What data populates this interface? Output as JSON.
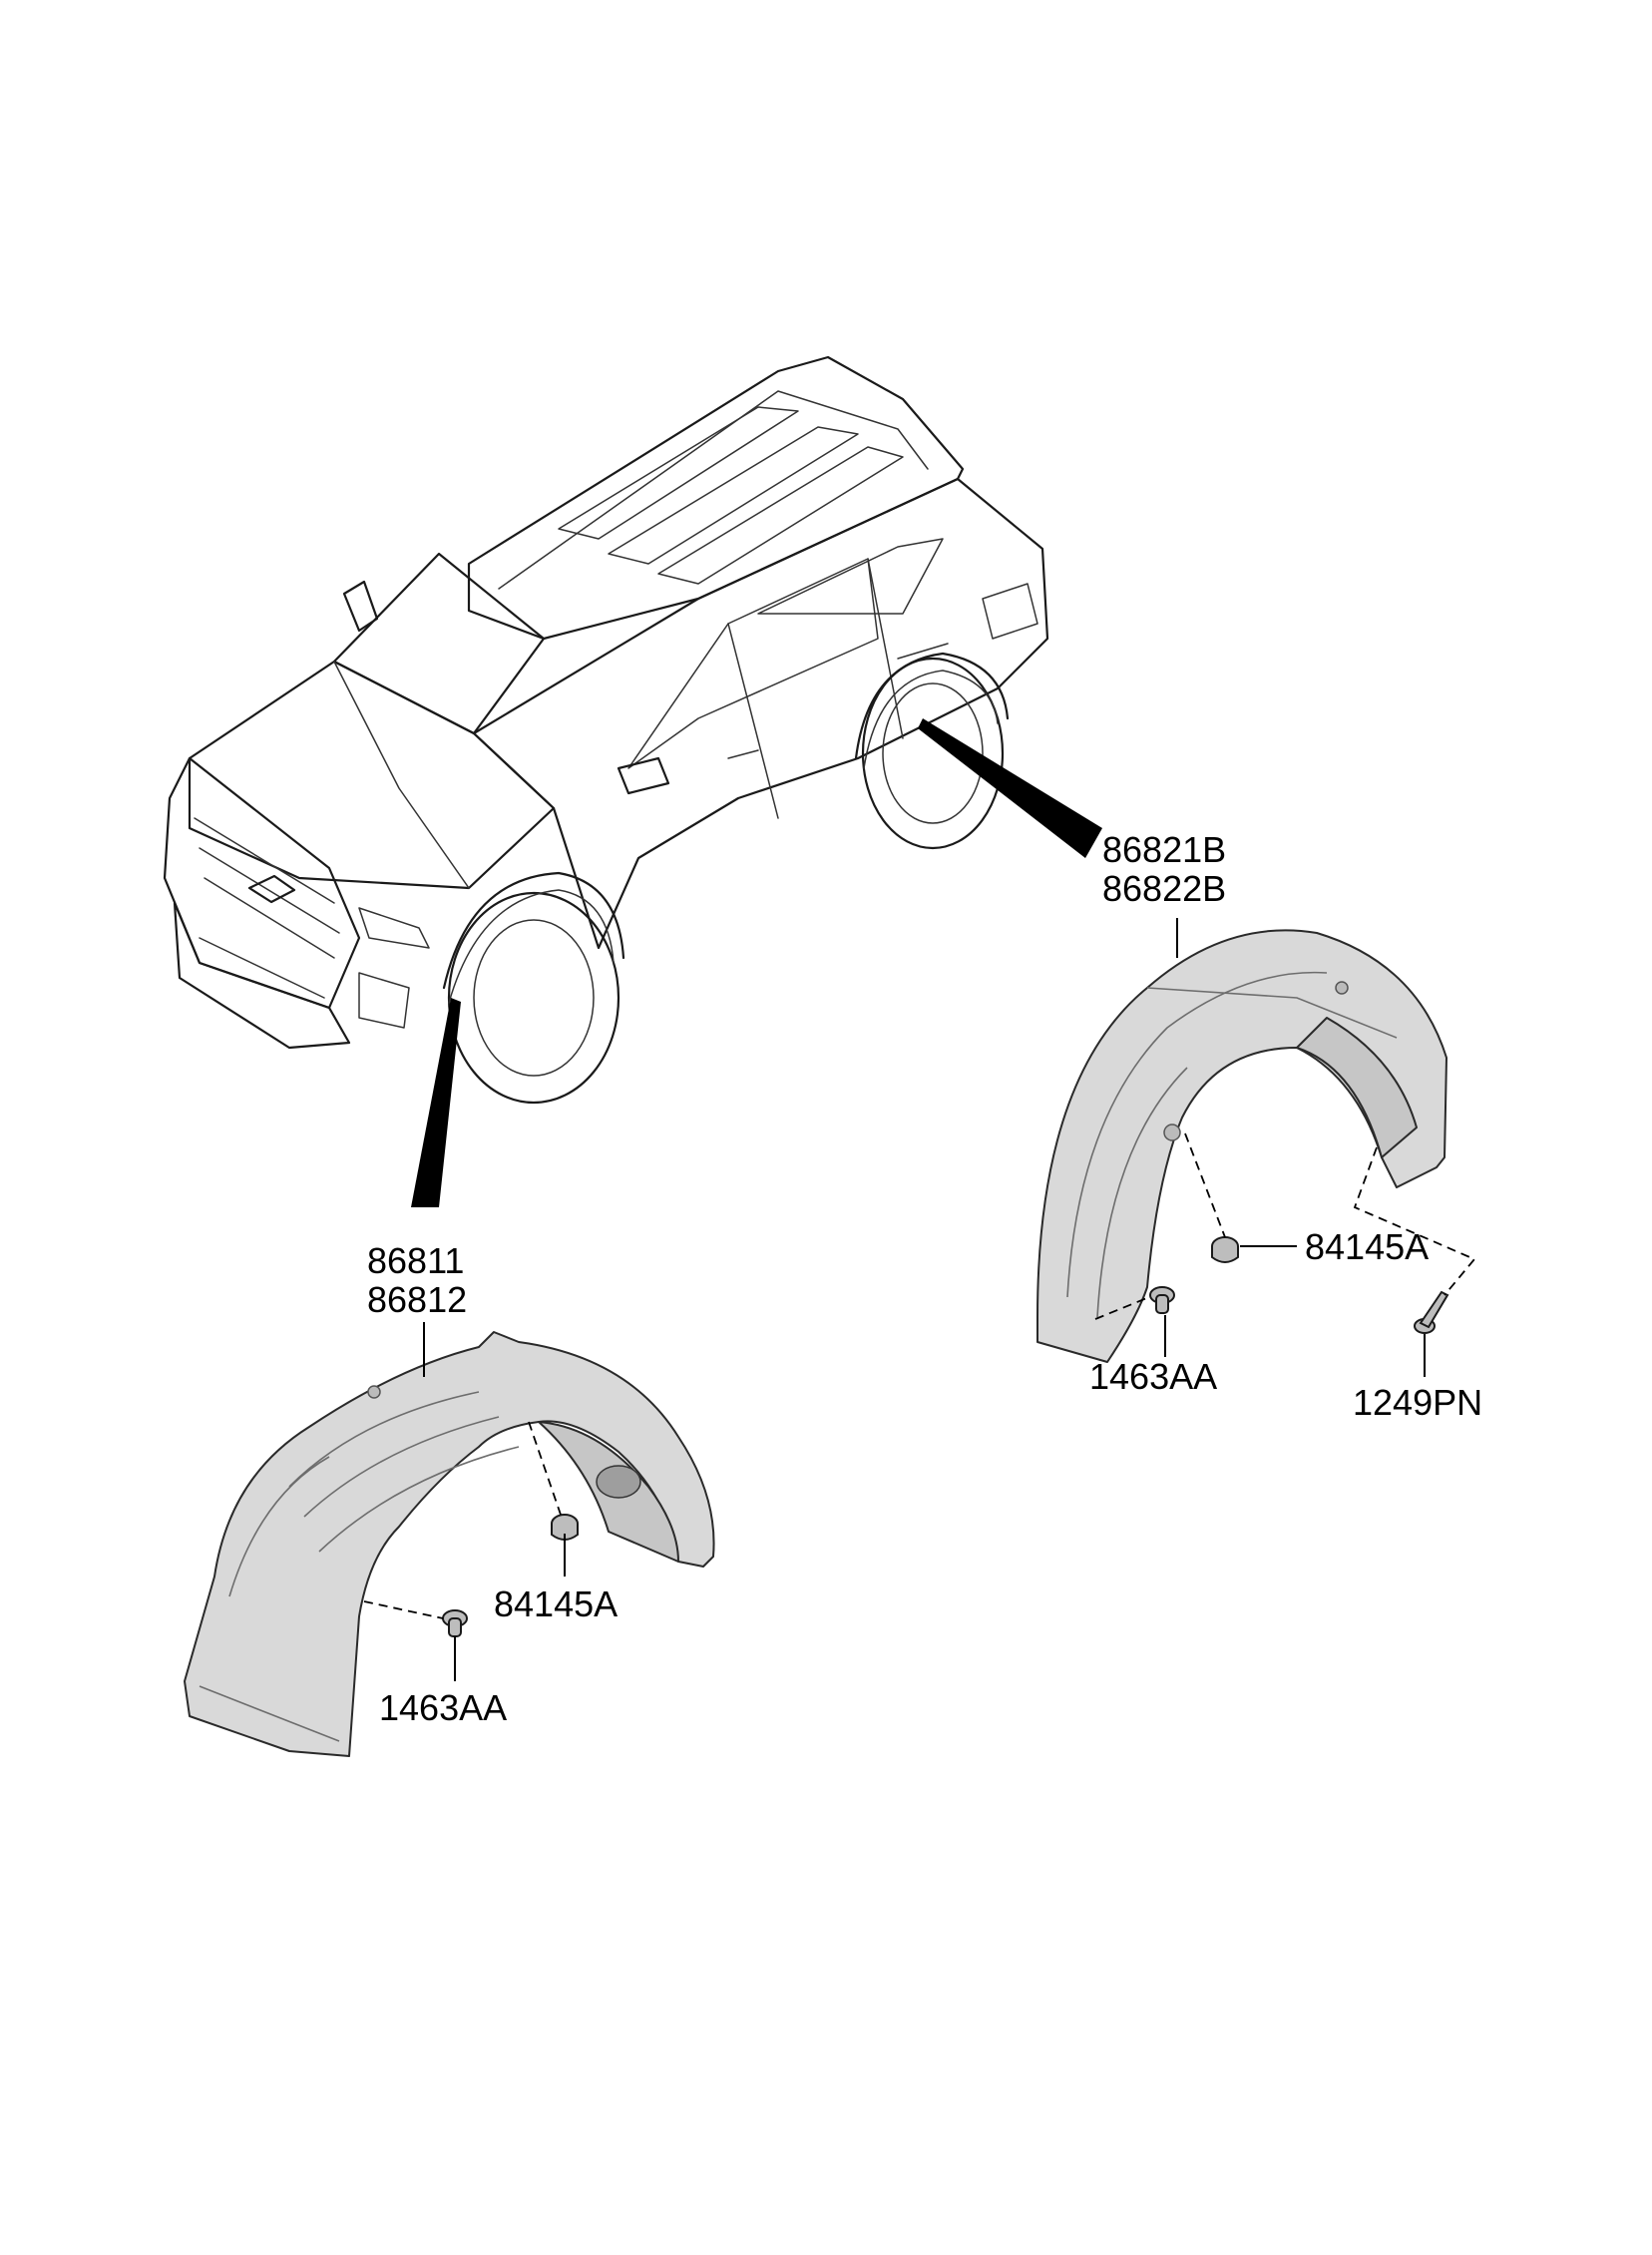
{
  "labels": {
    "rear_liner_lh": "86821B",
    "rear_liner_rh": "86822B",
    "front_liner_lh": "86811",
    "front_liner_rh": "86812",
    "rear_nut": "84145A",
    "rear_clip": "1463AA",
    "rear_screw": "1249PN",
    "front_nut": "84145A",
    "front_clip": "1463AA"
  },
  "colors": {
    "liner_fill": "#d9d9d9",
    "liner_shade": "#c6c6c6",
    "line": "#000000",
    "background": "#ffffff"
  }
}
